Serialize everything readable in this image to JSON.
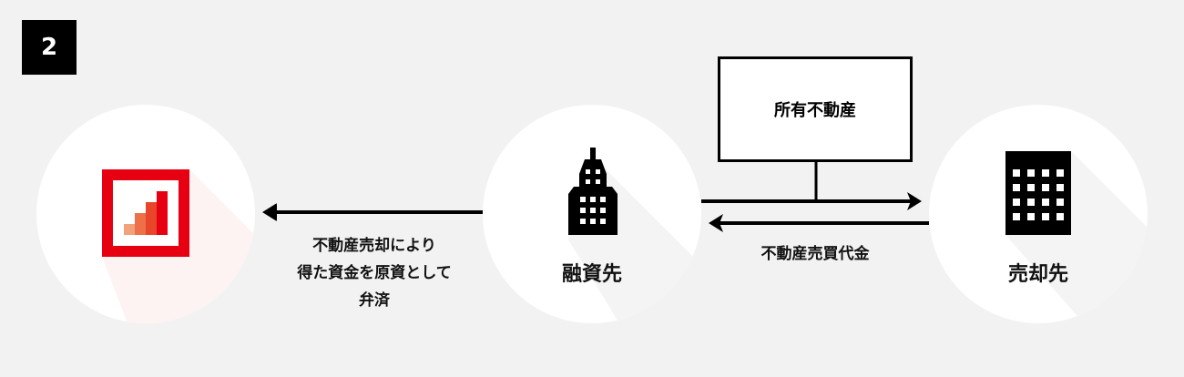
{
  "step_number": "2",
  "nodes": {
    "bank": {
      "icon": "bank-logo-icon"
    },
    "borrower": {
      "label": "融資先",
      "icon": "tall-building-icon"
    },
    "buyer": {
      "label": "売却先",
      "icon": "office-building-icon"
    }
  },
  "property_box": {
    "label": "所有不動産"
  },
  "flows": {
    "repayment": {
      "lines": [
        "不動産売却により",
        "得た資金を原資として",
        "弁済"
      ]
    },
    "payment": {
      "label": "不動産売買代金"
    }
  },
  "colors": {
    "accent": "#e60012",
    "bar1": "#f2a27a",
    "bar2": "#ee7048",
    "bar3": "#e8452a"
  }
}
